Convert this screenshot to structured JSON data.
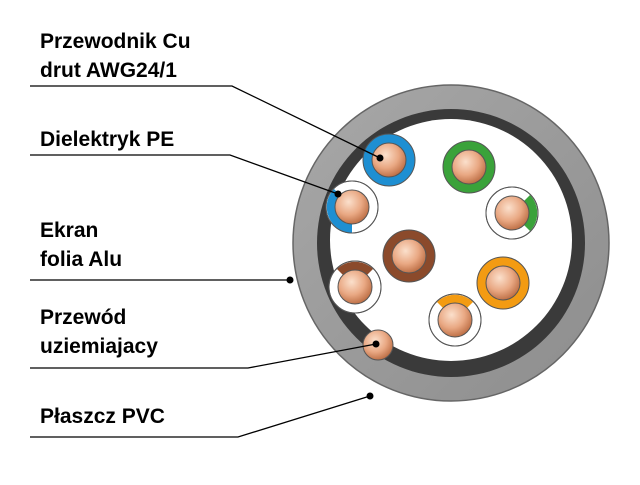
{
  "labels": {
    "conductor": {
      "line1": "Przewodnik Cu",
      "line2": "drut AWG24/1"
    },
    "dielectric": {
      "line1": "Dielektryk PE"
    },
    "screen": {
      "line1": "Ekran",
      "line2": "folia Alu"
    },
    "drain": {
      "line1": "Przewód",
      "line2": "uziemiajacy"
    },
    "jacket": {
      "line1": "Płaszcz PVC"
    }
  },
  "colors": {
    "jacket": "#999999",
    "screen": "#3a3a3a",
    "core_fill": "#ffffff",
    "blue_pair": "#1e8fd2",
    "green_pair": "#3aa23a",
    "brown_pair": "#8b4a2b",
    "orange_pair": "#f39b12",
    "copper_light": "#f2c3a4",
    "copper_dark": "#b8683e",
    "leader_line": "#000000"
  }
}
